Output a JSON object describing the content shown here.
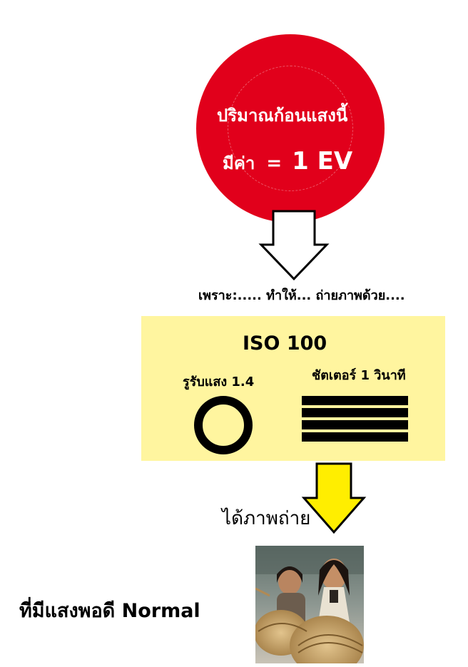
{
  "ev_circle": {
    "line1": "ปริมาณก้อนแสงนี้",
    "line2_label": "มีค่า",
    "line2_equals": "=",
    "line2_value": "1  EV",
    "color": "#e1001b"
  },
  "because_text": "เพราะ:.....  ทำให้...  ถ่ายภาพด้วย....",
  "settings": {
    "box_color": "#fff59f",
    "iso": "ISO  100",
    "aperture_label": "รูรับแสง  1.4",
    "shutter_label": "ชัตเตอร์  1  วินาที",
    "aperture_icon": "aperture-ring-icon",
    "shutter_icon": "shutter-bars-icon"
  },
  "result_arrow_color": "#ffee00",
  "result_text": "ได้ภาพถ่าย",
  "photo_icon": "photo-two-girls-with-hats",
  "normal_text": "ที่มีแสงพอดี  Normal"
}
